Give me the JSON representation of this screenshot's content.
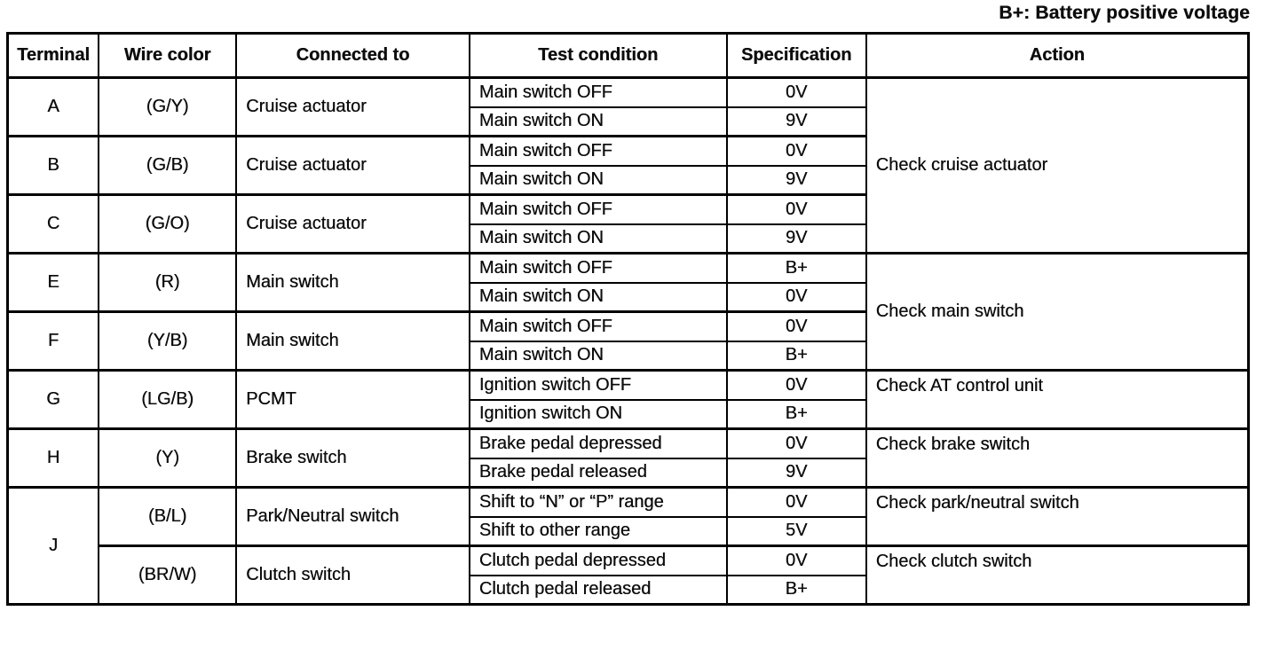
{
  "note": "B+: Battery positive voltage",
  "table": {
    "headers": [
      "Terminal",
      "Wire color",
      "Connected to",
      "Test condition",
      "Specification",
      "Action"
    ],
    "groups": [
      {
        "terminal": "A",
        "entries": [
          {
            "wire_color": "(G/Y)",
            "connected_to": "Cruise actuator",
            "tests": [
              {
                "condition": "Main switch OFF",
                "spec": "0V"
              },
              {
                "condition": "Main switch ON",
                "spec": "9V"
              }
            ]
          }
        ]
      },
      {
        "terminal": "B",
        "entries": [
          {
            "wire_color": "(G/B)",
            "connected_to": "Cruise actuator",
            "tests": [
              {
                "condition": "Main switch OFF",
                "spec": "0V"
              },
              {
                "condition": "Main switch ON",
                "spec": "9V"
              }
            ]
          }
        ]
      },
      {
        "terminal": "C",
        "entries": [
          {
            "wire_color": "(G/O)",
            "connected_to": "Cruise actuator",
            "tests": [
              {
                "condition": "Main switch OFF",
                "spec": "0V"
              },
              {
                "condition": "Main switch ON",
                "spec": "9V"
              }
            ]
          }
        ]
      },
      {
        "terminal": "E",
        "entries": [
          {
            "wire_color": "(R)",
            "connected_to": "Main switch",
            "tests": [
              {
                "condition": "Main switch OFF",
                "spec": "B+"
              },
              {
                "condition": "Main switch ON",
                "spec": "0V"
              }
            ]
          }
        ]
      },
      {
        "terminal": "F",
        "entries": [
          {
            "wire_color": "(Y/B)",
            "connected_to": "Main switch",
            "tests": [
              {
                "condition": "Main switch OFF",
                "spec": "0V"
              },
              {
                "condition": "Main switch ON",
                "spec": "B+"
              }
            ]
          }
        ]
      },
      {
        "terminal": "G",
        "entries": [
          {
            "wire_color": "(LG/B)",
            "connected_to": "PCMT",
            "tests": [
              {
                "condition": "Ignition switch OFF",
                "spec": "0V"
              },
              {
                "condition": "Ignition switch ON",
                "spec": "B+"
              }
            ]
          }
        ]
      },
      {
        "terminal": "H",
        "entries": [
          {
            "wire_color": "(Y)",
            "connected_to": "Brake switch",
            "tests": [
              {
                "condition": "Brake pedal depressed",
                "spec": "0V"
              },
              {
                "condition": "Brake pedal released",
                "spec": "9V"
              }
            ]
          }
        ]
      },
      {
        "terminal": "J",
        "entries": [
          {
            "wire_color": "(B/L)",
            "connected_to": "Park/Neutral switch",
            "tests": [
              {
                "condition": "Shift to “N” or “P” range",
                "spec": "0V"
              },
              {
                "condition": "Shift to other range",
                "spec": "5V"
              }
            ]
          },
          {
            "wire_color": "(BR/W)",
            "connected_to": "Clutch switch",
            "tests": [
              {
                "condition": "Clutch pedal depressed",
                "spec": "0V"
              },
              {
                "condition": "Clutch pedal released",
                "spec": "B+"
              }
            ]
          }
        ]
      }
    ],
    "actions": [
      {
        "label": "Check cruise actuator",
        "span": 6
      },
      {
        "label": "Check main switch",
        "span": 4
      },
      {
        "label": "Check AT control unit",
        "span": 2
      },
      {
        "label": "Check brake switch",
        "span": 2
      },
      {
        "label": "Check park/neutral switch",
        "span": 2
      },
      {
        "label": "Check clutch switch",
        "span": 2
      }
    ],
    "colors": {
      "ink": "#0d0d0d",
      "border": "#000000",
      "paper": "#ffffff"
    }
  }
}
